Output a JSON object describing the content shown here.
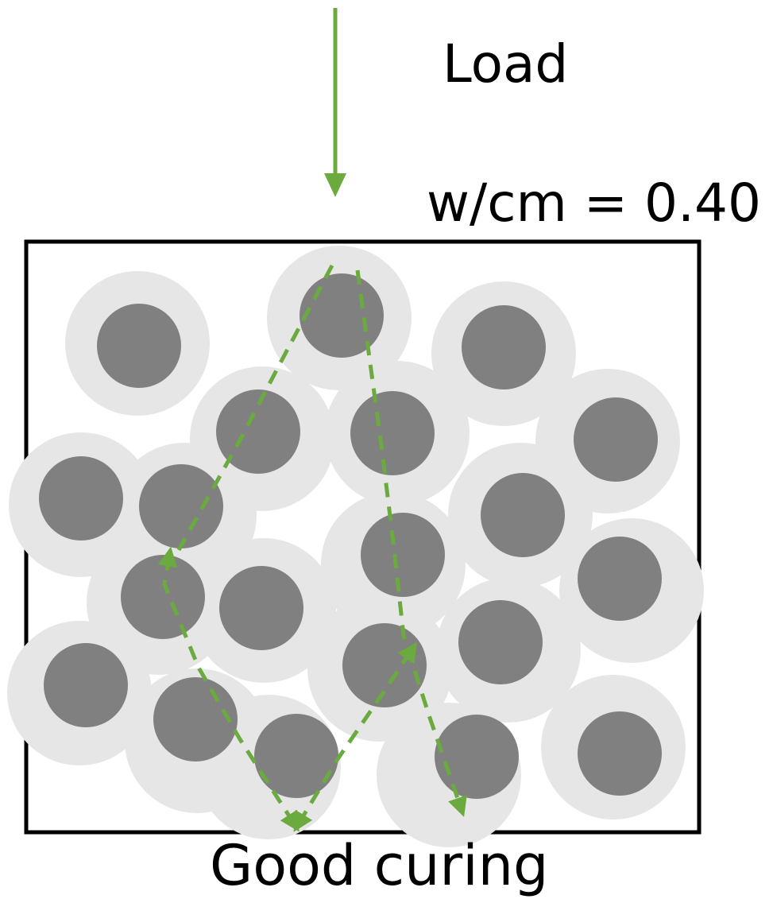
{
  "load_label": "Load",
  "ratio_label": "w/cm = 0.40",
  "caption": "Good curing",
  "colors": {
    "arrow": "#6aaa3f",
    "particle_core": "#808080",
    "particle_shell": "#e6e6e6",
    "frame": "#000000"
  }
}
